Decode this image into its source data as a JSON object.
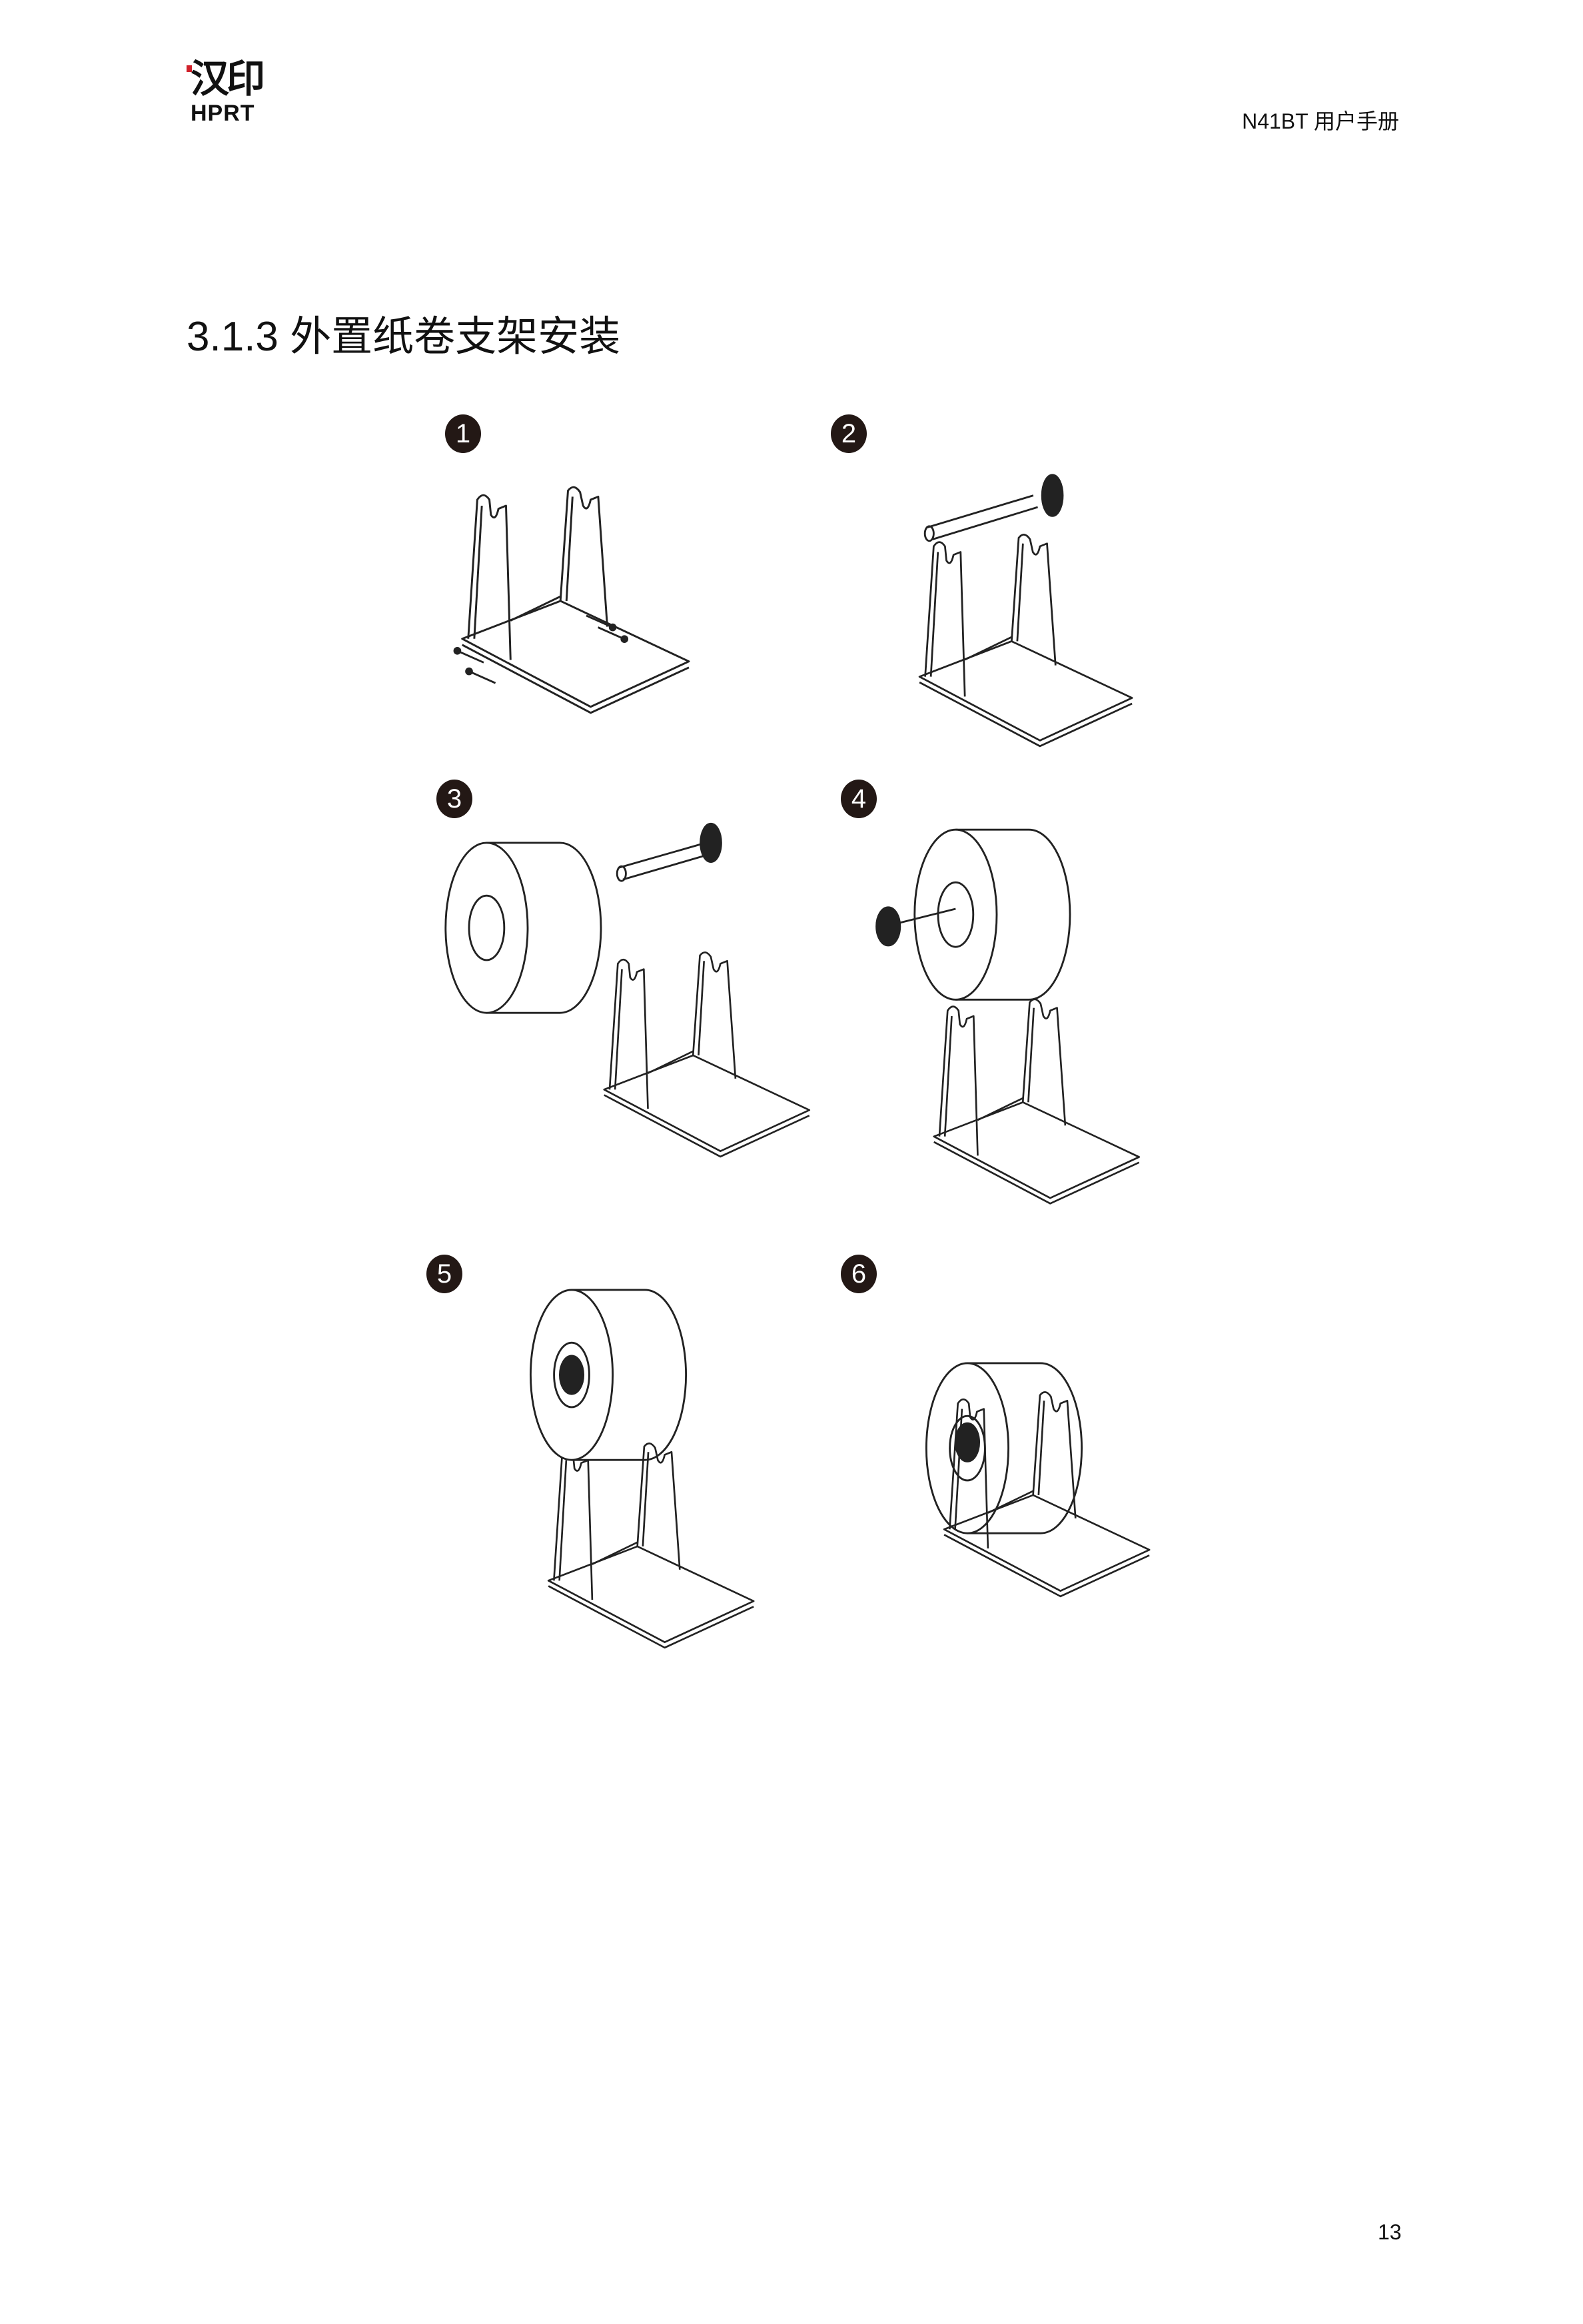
{
  "header": {
    "logo_cn": "汉印",
    "logo_en": "HPRT",
    "manual_title": "N41BT 用户手册"
  },
  "section": {
    "title": "3.1.3 外置纸卷支架安装"
  },
  "steps": [
    {
      "number": "1"
    },
    {
      "number": "2"
    },
    {
      "number": "3"
    },
    {
      "number": "4"
    },
    {
      "number": "5"
    },
    {
      "number": "6"
    }
  ],
  "footer": {
    "page_number": "13"
  }
}
